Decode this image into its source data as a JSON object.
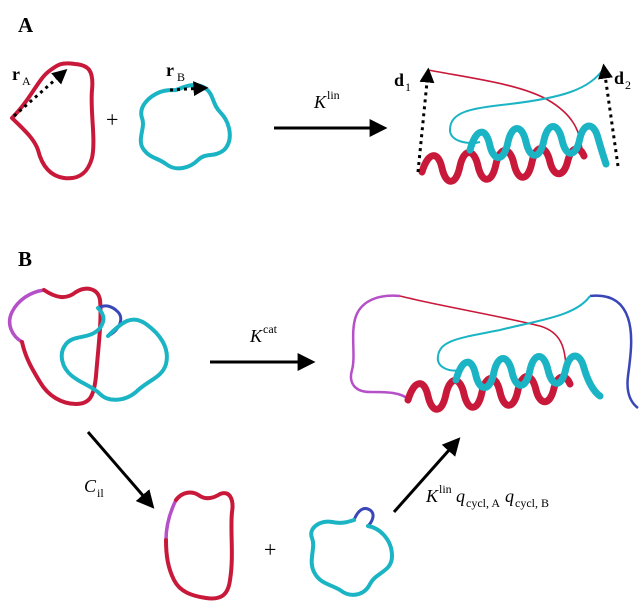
{
  "panel_a": {
    "letter": "A",
    "r_a": {
      "symbol": "r",
      "sub": "A"
    },
    "r_b": {
      "symbol": "r",
      "sub": "B"
    },
    "plus": "+",
    "rate": {
      "symbol": "K",
      "sup": "lin"
    },
    "d1": {
      "symbol": "d",
      "sub": "1"
    },
    "d2": {
      "symbol": "d",
      "sub": "2"
    }
  },
  "panel_b": {
    "letter": "B",
    "rate_cat": {
      "symbol": "K",
      "sup": "cat"
    },
    "rate_il": {
      "symbol": "C",
      "sub": "il"
    },
    "plus": "+",
    "rate_lin": {
      "symbol": "K",
      "sup": "lin",
      "q1": "q",
      "q1_sub": "cycl, A",
      "q2": "q",
      "q2_sub": "cycl, B"
    }
  },
  "colors": {
    "red_strand": "#c8193a",
    "cyan_strand": "#1ab4c4",
    "magenta_loop": "#b550c8",
    "blue_loop": "#3a46b8",
    "arrow": "#000000"
  }
}
